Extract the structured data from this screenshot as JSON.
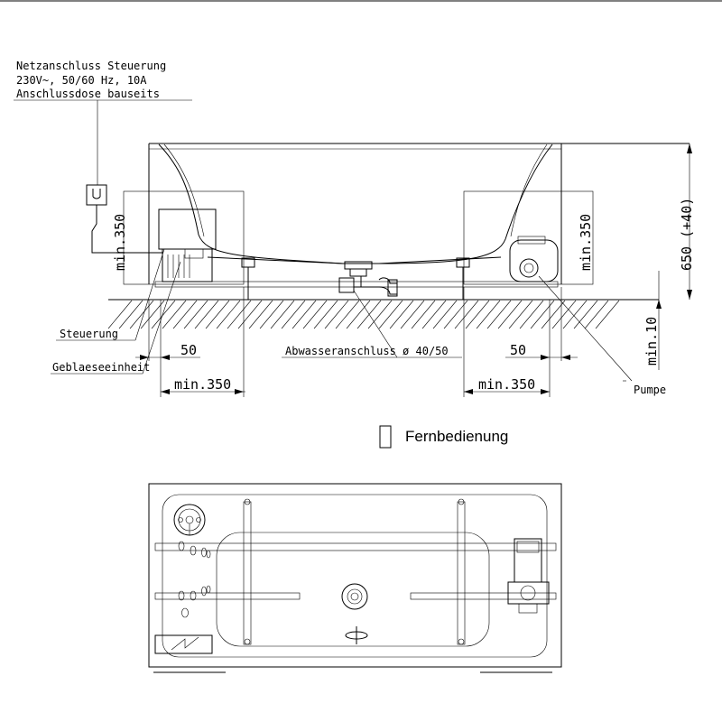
{
  "power_note": {
    "line1": "Netzanschluss Steuerung",
    "line2": "230V~, 50/60 Hz, 10A",
    "line3": "Anschlussdose bauseits"
  },
  "labels": {
    "steuerung": "Steuerung",
    "geblaese": "Geblaeseeinheit",
    "abwasser": "Abwasseranschluss ø 40/50",
    "pumpe": "Pumpe",
    "fernbedienung": "Fernbedienung"
  },
  "dimensions": {
    "left_min350_vertical": "min.350",
    "right_min350_vertical": "min.350",
    "height": "650 (+40)",
    "left_50": "50",
    "right_50": "50",
    "left_min350": "min.350",
    "right_min350": "min.350",
    "min10": "min.10"
  }
}
